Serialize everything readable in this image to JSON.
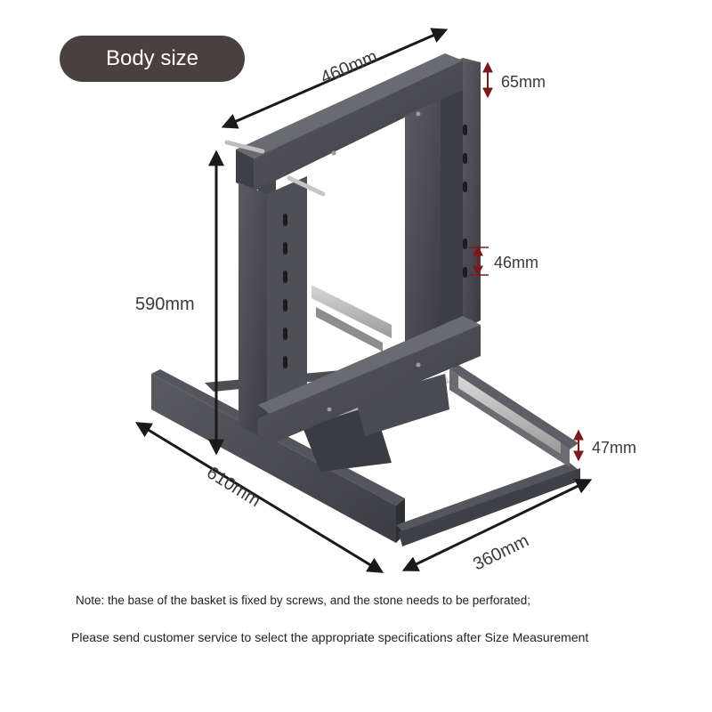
{
  "header": {
    "badge_label": "Body size"
  },
  "dimensions": {
    "top_width": "460mm",
    "top_depth": "65mm",
    "height": "590mm",
    "hole_spacing": "46mm",
    "rail_height": "47mm",
    "base_length": "610mm",
    "base_width": "360mm"
  },
  "notes": {
    "note1": "Note: the base of the basket is fixed by screws, and the stone needs to be perforated;",
    "note2": "Please send customer service to select the appropriate specifications after Size Measurement"
  },
  "colors": {
    "badge_bg": "#4a4040",
    "frame": "#4b4c52",
    "arrow_black": "#1a1a1a",
    "arrow_red": "#7a1a1a"
  }
}
